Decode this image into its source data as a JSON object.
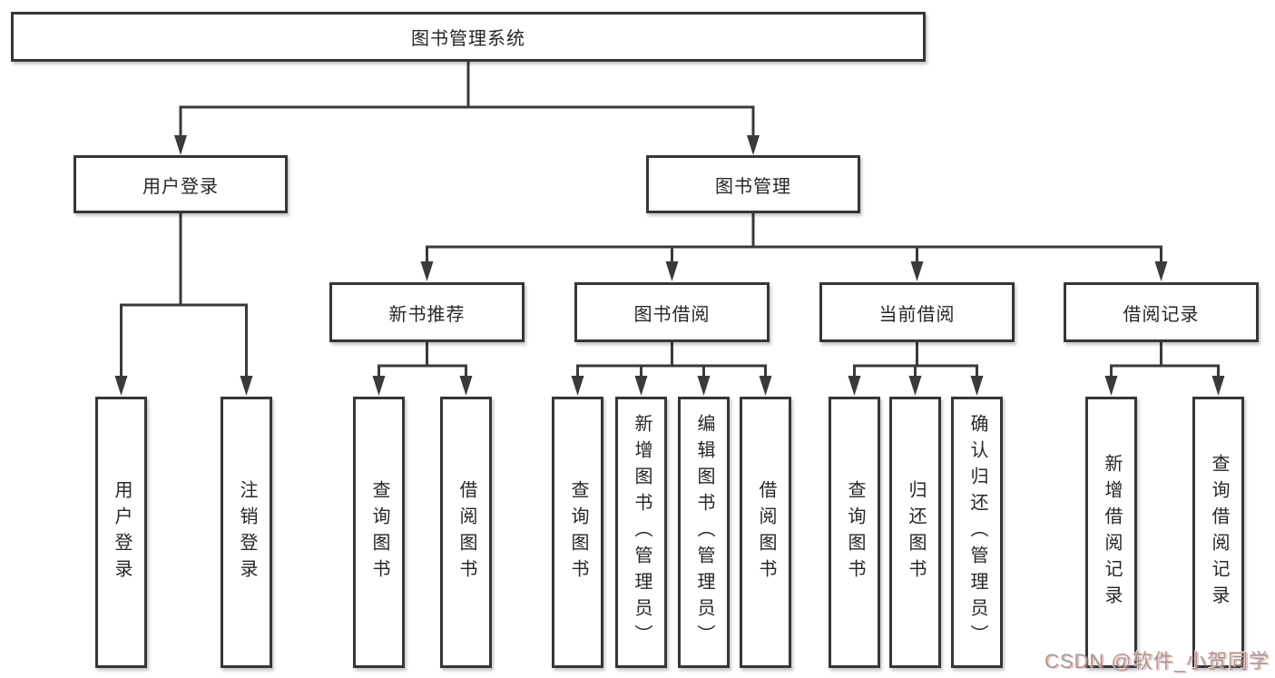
{
  "diagram": {
    "title": "图书管理系统",
    "level2": {
      "user_login": "用户登录",
      "book_mgmt": "图书管理"
    },
    "level3": {
      "new_books": "新书推荐",
      "book_borrow": "图书借阅",
      "current_borrow": "当前借阅",
      "borrow_records": "借阅记录"
    },
    "leaves": {
      "user_login": [
        "用户登录",
        "注销登录"
      ],
      "new_books": [
        "查询图书",
        "借阅图书"
      ],
      "book_borrow": [
        "查询图书",
        "新增图书（管理员）",
        "编辑图书（管理员）",
        "借阅图书"
      ],
      "current_borrow": [
        "查询图书",
        "归还图书",
        "确认归还（管理员）"
      ],
      "borrow_records": [
        "新增借阅记录",
        "查询借阅记录"
      ]
    }
  },
  "watermark": {
    "text": "CSDN @软件_小贺同学"
  },
  "colors": {
    "line": "#3a3a3a",
    "box_border": "#363636",
    "text": "#262626",
    "background": "#ffffff",
    "watermark_gray": "#9c9c9c",
    "watermark_accent": "#f86e5f"
  }
}
